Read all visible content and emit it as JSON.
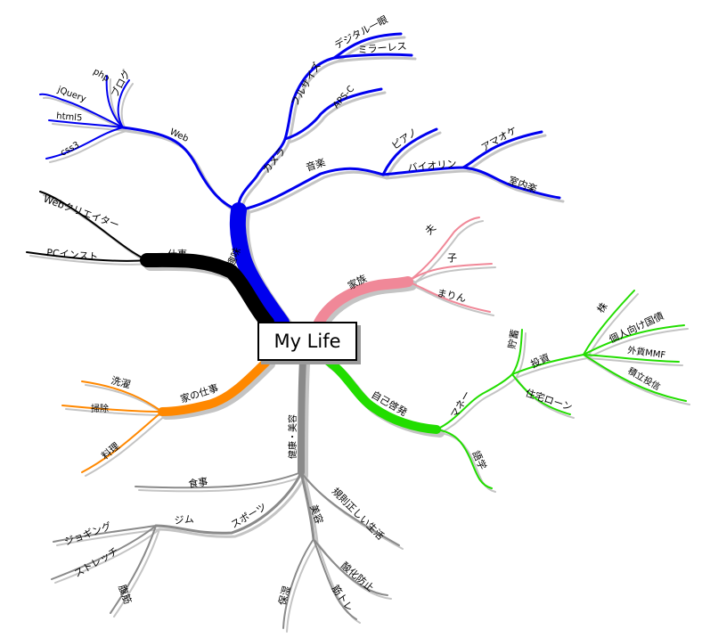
{
  "center": "My Life",
  "colors": {
    "hobby": "#0000ee",
    "work": "#000000",
    "family": "#f08898",
    "self_dev": "#22dd00",
    "house": "#ff8800",
    "health": "#8a8a8a",
    "shadow": "#c4c4c4"
  },
  "branches": {
    "hobby": {
      "label": "趣味",
      "camera": {
        "label": "カメラ",
        "fullsize": "フルサイズ",
        "dslr": "デジタル一眼",
        "mirrorless": "ミラーレス",
        "apsc": "APS-C"
      },
      "web": {
        "label": "Web",
        "blog": "ブログ",
        "php": "php",
        "jquery": "jQuery",
        "html5": "html5",
        "css3": "css3"
      },
      "music": {
        "label": "音楽",
        "piano": "ピアノ",
        "violin": "バイオリン",
        "amateur_orchestra": "アマオケ",
        "chamber": "室内楽"
      }
    },
    "work": {
      "label": "仕事",
      "web_creator": "Webクリエイター",
      "pc_instructor": "PCインスト"
    },
    "family": {
      "label": "家族",
      "husband": "夫",
      "child": "子",
      "marin": "まりん"
    },
    "self_dev": {
      "label": "自己啓発",
      "money": {
        "label": "マネー",
        "savings": "貯蓄",
        "investment": "投資",
        "stocks": "株",
        "individual_bonds": "個人向け国債",
        "foreign_mmf": "外貨MMF",
        "accumulation": "積立投信",
        "mortgage": "住宅ローン"
      },
      "language": "語学"
    },
    "house": {
      "label": "家の仕事",
      "laundry": "洗濯",
      "cleaning": "掃除",
      "cooking": "料理"
    },
    "health": {
      "label": "健康・美容",
      "meal": "食事",
      "sports": "スポーツ",
      "gym": "ジム",
      "jogging": "ジョギング",
      "stretch": "ストレッチ",
      "abs": "腹筋",
      "regular_life": "規則正しい生活",
      "beauty": "美容",
      "moisture": "保湿",
      "antiaging": "酸化防止",
      "training": "筋トレ"
    }
  }
}
